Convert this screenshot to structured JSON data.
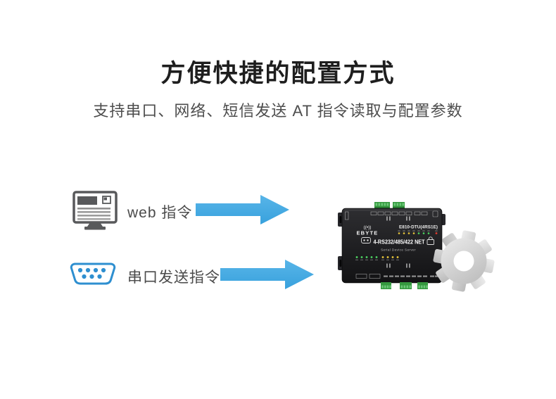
{
  "header": {
    "title": "方便快捷的配置方式",
    "subtitle": "支持串口、网络、短信发送 AT 指令读取与配置参数"
  },
  "diagram": {
    "rows": [
      {
        "icon": "monitor-icon",
        "label": "web 指令"
      },
      {
        "icon": "db9-serial-port-icon",
        "label": "串口发送指令"
      }
    ],
    "arrow_direction": "right",
    "device": {
      "antenna_mark": "((•))",
      "brand": "EBYTE",
      "model": "E810-DTU(4RS1E)",
      "name": "4-RS232/485/422 NET",
      "type_label": "Serial Device Server"
    }
  },
  "icons": {
    "monitor": "monitor-icon",
    "serial_port": "db9-serial-port-icon",
    "arrow": "arrow-right-icon",
    "gear": "gear-icon",
    "antenna": "antenna-icon",
    "terminal_plug": "terminal-plug-icon",
    "lock": "lock-icon"
  },
  "palette": {
    "title_text": "#1e1e1e",
    "body_text": "#4d4d4d",
    "arrow_blue": "#41aae3",
    "serial_port_blue": "#2e8fd0",
    "monitor_gray": "#58595b",
    "device_black": "#1c1c1e",
    "terminal_green": "#35993f",
    "gear_gray": "#d4d4d4",
    "led_yellow": "#ecc93d",
    "led_green": "#4ed963",
    "led_red": "#e23b30"
  }
}
